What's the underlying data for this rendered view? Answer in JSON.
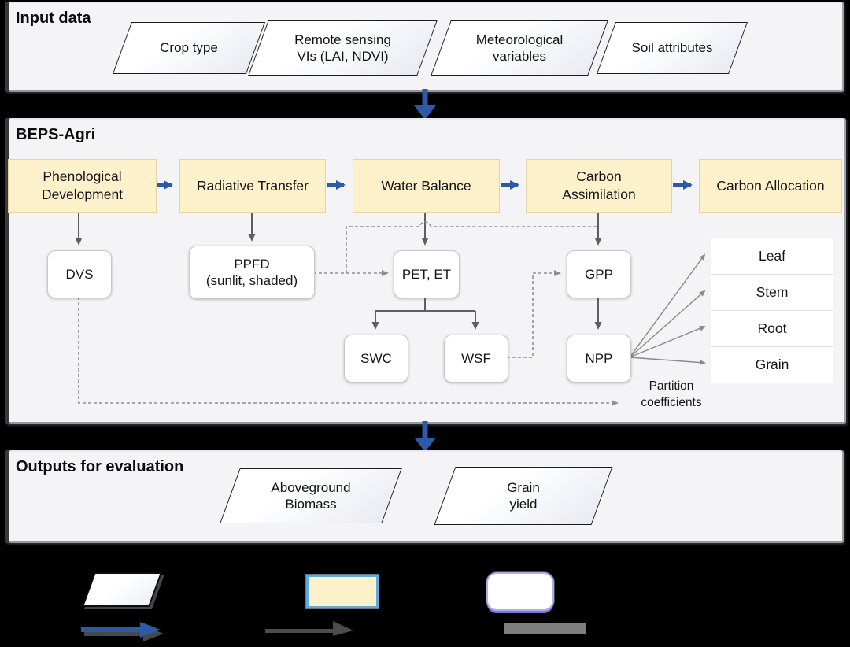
{
  "figure_title": "BEPS-Agri model flowchart",
  "colors": {
    "page_background": "#000000",
    "panel_background": "#f4f4f6",
    "module_fill": "#fdf1cb",
    "module_border": "#e6d5a3",
    "flow_arrow_blue": "#2d59a7",
    "solid_connector_gray": "#5f5f5f",
    "dashed_connector_gray": "#8f8f8f",
    "selection_blue": "#5ea9dd",
    "selection_purple": "#7d74e2"
  },
  "input_panel": {
    "title": "Input data",
    "items": [
      {
        "label": "Crop type"
      },
      {
        "label": "Remote sensing\nVIs (LAI, NDVI)"
      },
      {
        "label": "Meteorological\nvariables"
      },
      {
        "label": "Soil attributes"
      }
    ]
  },
  "beps_panel": {
    "title": "BEPS-Agri",
    "modules": [
      {
        "label": "Phenological\nDevelopment"
      },
      {
        "label": "Radiative Transfer"
      },
      {
        "label": "Water Balance"
      },
      {
        "label": "Carbon\nAssimilation"
      },
      {
        "label": "Carbon Allocation"
      }
    ],
    "variables": {
      "dvs": "DVS",
      "ppfd": "PPFD\n(sunlit, shaded)",
      "pet_et": "PET, ET",
      "gpp": "GPP",
      "swc": "SWC",
      "wsf": "WSF",
      "npp": "NPP"
    },
    "allocation_pools": [
      {
        "label": "Leaf"
      },
      {
        "label": "Stem"
      },
      {
        "label": "Root"
      },
      {
        "label": "Grain"
      }
    ],
    "annotation": "Partition\ncoefficients"
  },
  "outputs_panel": {
    "title": "Outputs for evaluation",
    "items": [
      {
        "label": "Aboveground\nBiomass"
      },
      {
        "label": "Grain\nyield"
      }
    ]
  },
  "legend": {
    "shapes": [
      {
        "icon": "parallelogram-data-shape"
      },
      {
        "icon": "module-box-shape"
      },
      {
        "icon": "variable-box-shape"
      },
      {
        "icon": "blue-flow-arrow"
      },
      {
        "icon": "dark-gray-arrow"
      },
      {
        "icon": "gray-bar"
      }
    ]
  }
}
